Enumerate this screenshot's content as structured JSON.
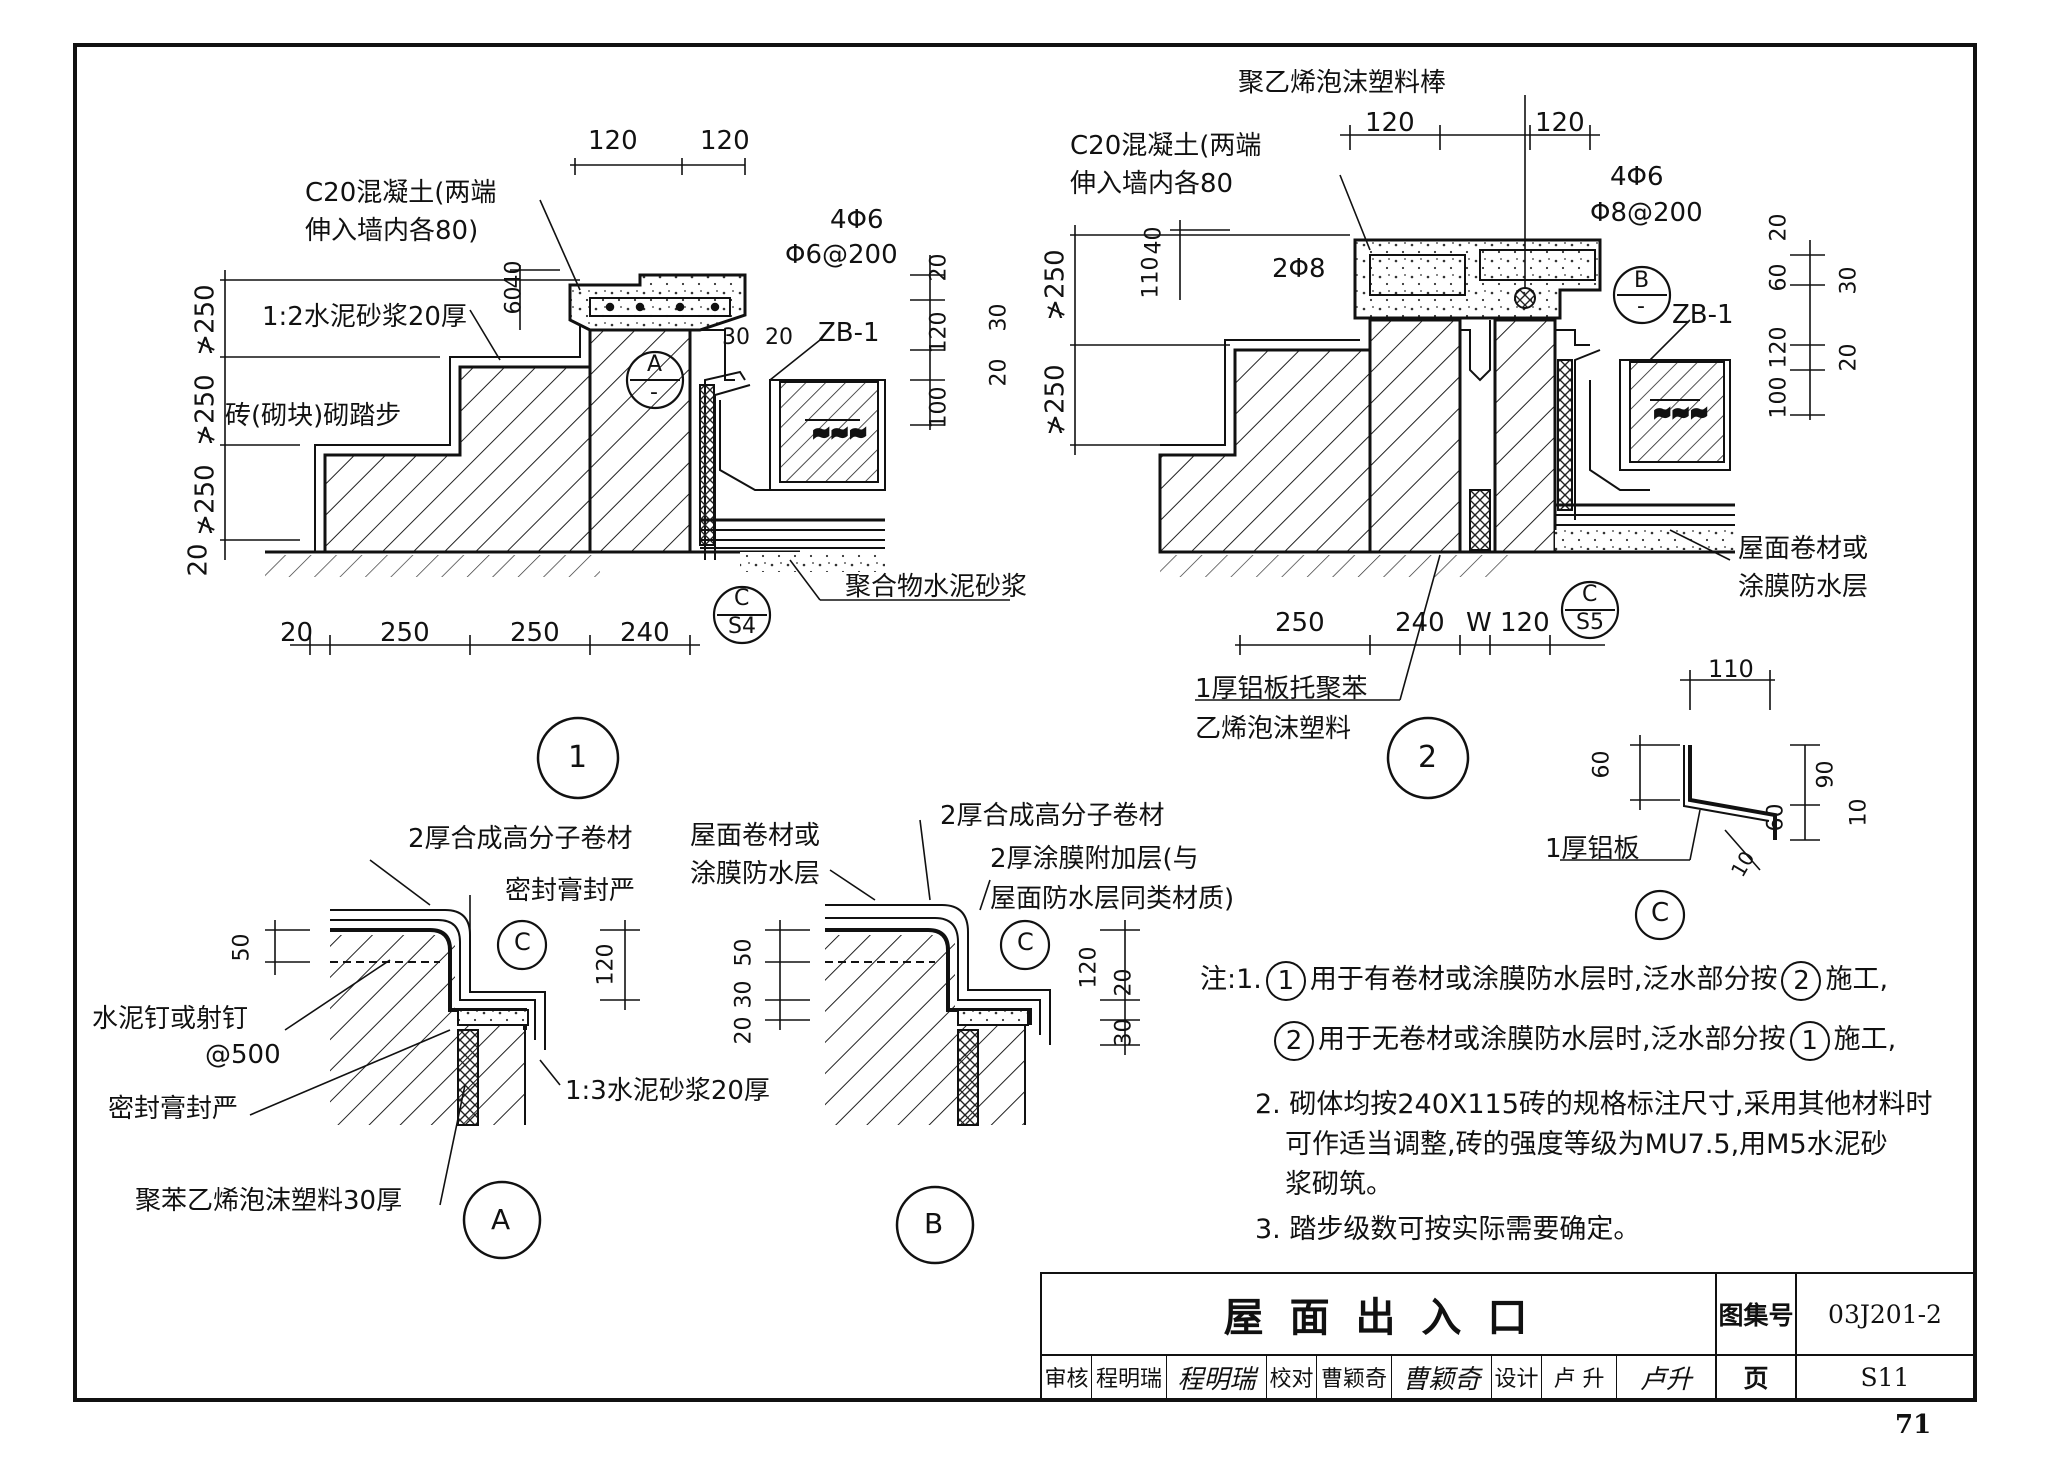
{
  "page_number": "71",
  "detail1": {
    "marker": "1",
    "dims_top": [
      "120",
      "120"
    ],
    "concrete_label_1": "C20混凝土(两端",
    "concrete_label_2": "伸入墙内各80)",
    "mortar_label": "1:2水泥砂浆20厚",
    "steps_label": "砖(砌块)砌踏步",
    "rebar_main": "4Φ6",
    "rebar_stirrup": "Φ6@200",
    "dims_small": [
      "60",
      "40",
      "30",
      "20"
    ],
    "dims_left": [
      "≯250",
      "≯250",
      "≯250",
      "20"
    ],
    "dims_right": [
      "20",
      "120",
      "30",
      "20",
      "100"
    ],
    "zb_label": "ZB-1",
    "ref_a_top": "A",
    "ref_a_bot": "-",
    "polymer_label": "聚合物水泥砂浆",
    "ref_c_top": "C",
    "ref_c_bot": "S4",
    "dims_bottom": [
      "20",
      "250",
      "250",
      "240"
    ]
  },
  "detail2": {
    "marker": "2",
    "foam_rod_label": "聚乙烯泡沫塑料棒",
    "dims_top": [
      "120",
      "120"
    ],
    "concrete_label_1": "C20混凝土(两端",
    "concrete_label_2": "伸入墙内各80",
    "rebar_main": "4Φ6",
    "rebar_stirrup": "Φ8@200",
    "rebar_2": "2Φ8",
    "dims_small": [
      "110",
      "40"
    ],
    "dims_left": [
      "≯250",
      "≯250"
    ],
    "dims_right": [
      "20",
      "60",
      "30",
      "120",
      "20",
      "100"
    ],
    "zb_label": "ZB-1",
    "ref_b_top": "B",
    "ref_b_bot": "-",
    "membrane_label_1": "屋面卷材或",
    "membrane_label_2": "涂膜防水层",
    "ref_c_top": "C",
    "ref_c_bot": "S5",
    "dims_bottom": [
      "250",
      "240",
      "W",
      "120"
    ],
    "alum_label_1": "1厚铝板托聚苯",
    "alum_label_2": "乙烯泡沫塑料"
  },
  "detailC": {
    "marker": "C",
    "dims": [
      "110",
      "60",
      "90",
      "60",
      "10",
      "10"
    ],
    "label": "1厚铝板"
  },
  "detailA": {
    "marker": "A",
    "membrane_label": "2厚合成高分子卷材",
    "sealant_top": "密封膏封严",
    "ref_c": "C",
    "dim_50": "50",
    "dim_120": "120",
    "nail_label": "水泥钉或射钉",
    "nail_spacing": "@500",
    "sealant_bottom": "密封膏封严",
    "mortar_label": "1:3水泥砂浆20厚",
    "eps_label": "聚苯乙烯泡沫塑料30厚"
  },
  "detailB": {
    "marker": "B",
    "roof_label_1": "屋面卷材或",
    "roof_label_2": "涂膜防水层",
    "membrane_label": "2厚合成高分子卷材",
    "coat_label_1": "2厚涂膜附加层(与",
    "coat_label_2": "屋面防水层同类材质)",
    "ref_c": "C",
    "dims_left": [
      "50",
      "30",
      "20"
    ],
    "dims_right": [
      "120",
      "20",
      "30"
    ]
  },
  "notes": {
    "prefix": "注:",
    "n1_num": "1.",
    "n1a_circ": "1",
    "n1a_text": "用于有卷材或涂膜防水层时,泛水部分按",
    "n1a_circ2": "2",
    "n1a_tail": "施工,",
    "n1b_circ": "2",
    "n1b_text": "用于无卷材或涂膜防水层时,泛水部分按",
    "n1b_circ2": "1",
    "n1b_tail": "施工,",
    "n2_line1": "2. 砌体均按240X115砖的规格标注尺寸,采用其他材料时",
    "n2_line2": "可作适当调整,砖的强度等级为MU7.5,用M5水泥砂",
    "n2_line3": "浆砌筑。",
    "n3": "3. 踏步级数可按实际需要确定。"
  },
  "title_block": {
    "title": "屋 面 出 入 口",
    "atlas_label": "图集号",
    "atlas_no": "03J201-2",
    "page_label": "页",
    "page_no": "S11",
    "review_label": "审核",
    "reviewer": "程明瑞",
    "reviewer_sign": "程明瑞",
    "check_label": "校对",
    "checker": "曹颖奇",
    "checker_sign": "曹颖奇",
    "design_label": "设计",
    "designer": "卢 升",
    "designer_sign": "卢升"
  }
}
